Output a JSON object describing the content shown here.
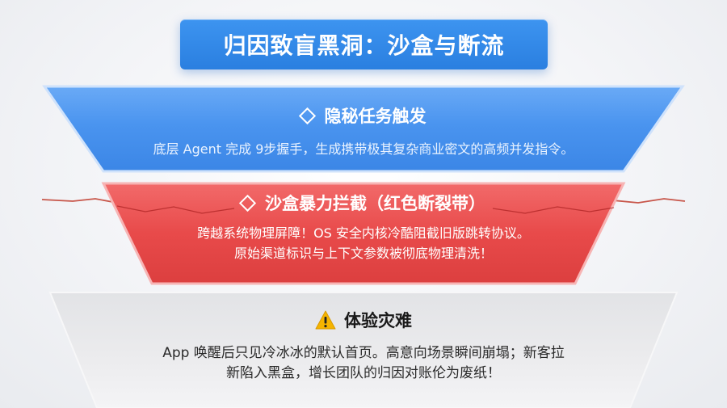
{
  "title": "归因致盲黑洞：沙盒与断流",
  "layers": [
    {
      "heading": "隐秘任务触发",
      "lines": [
        "底层 Agent 完成 9步握手，生成携带极其复杂商业密文的高频并发指令。"
      ],
      "icon": "diamond-icon",
      "color": "#4a94ef"
    },
    {
      "heading": "沙盒暴力拦截（红色断裂带）",
      "lines": [
        "跨越系统物理屏障！OS 安全内核冷酷阻截旧版跳转协议。",
        "原始渠道标识与上下文参数被彻底物理清洗！"
      ],
      "icon": "diamond-icon",
      "color": "#e84a4a"
    },
    {
      "heading": "体验灾难",
      "lines": [
        "App 唤醒后只见冷冰冰的默认首页。高意向场景瞬间崩塌；新客拉",
        "新陷入黑盒，增长团队的归因对账伦为废纸！"
      ],
      "icon": "warning-icon",
      "color": "#e5e5e7"
    }
  ]
}
